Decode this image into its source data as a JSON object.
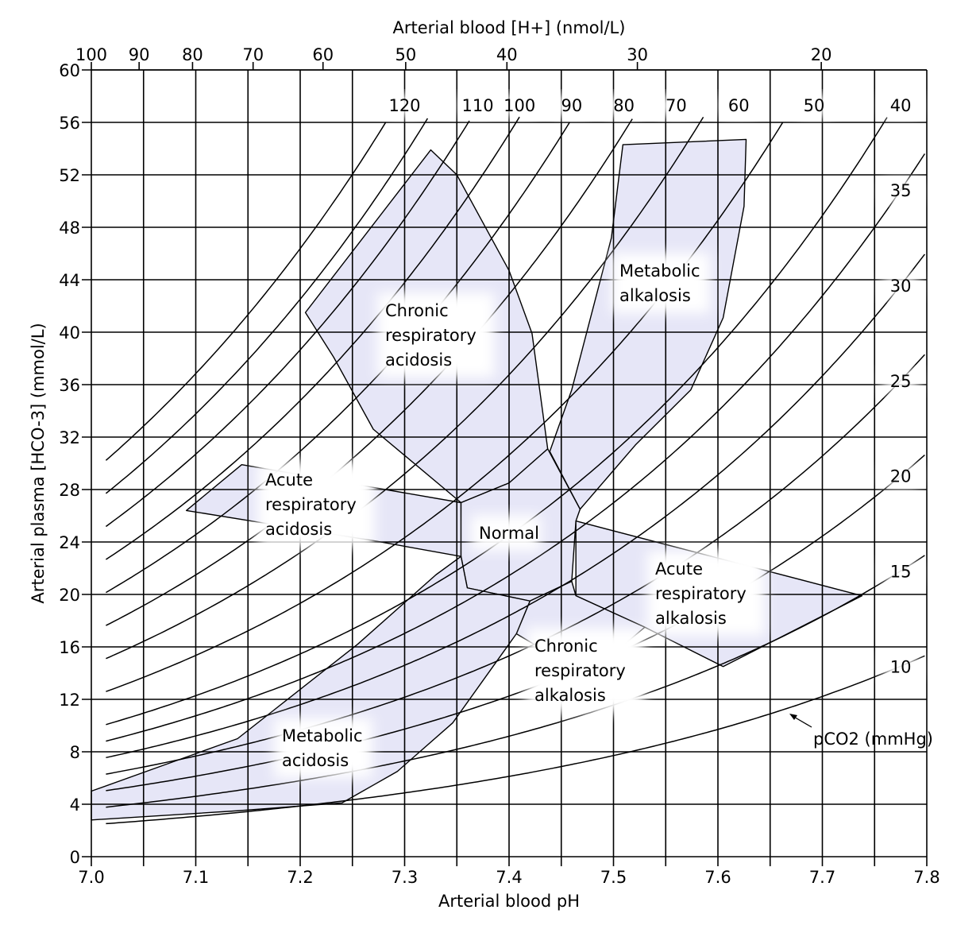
{
  "chart_data": {
    "type": "line",
    "xlabel": "Arterial blood pH",
    "ylabel": "Arterial plasma [HCO-3] (mmol/L)",
    "x2label": "Arterial blood [H+] (nmol/L)",
    "xlim": [
      7.0,
      7.8
    ],
    "ylim": [
      0,
      60
    ],
    "x_ticks": [
      "7.0",
      "7.1",
      "7.2",
      "7.3",
      "7.4",
      "7.5",
      "7.6",
      "7.7",
      "7.8"
    ],
    "y_ticks": [
      "0",
      "4",
      "8",
      "12",
      "16",
      "20",
      "24",
      "28",
      "32",
      "36",
      "40",
      "44",
      "48",
      "52",
      "56",
      "60"
    ],
    "x2_ticks": [
      "100",
      "90",
      "80",
      "70",
      "60",
      "50",
      "40",
      "30",
      "20"
    ],
    "grid": true,
    "series_unit_label": "pCO2 (mmHg)",
    "pco2_isopleths": [
      "120",
      "110",
      "100",
      "90",
      "80",
      "70",
      "60",
      "50",
      "40",
      "35",
      "30",
      "25",
      "20",
      "15",
      "10"
    ],
    "regions": [
      {
        "label": [
          "Chronic",
          "respiratory",
          "acidosis"
        ],
        "points": [
          [
            7.205,
            41.5
          ],
          [
            7.325,
            53.9
          ],
          [
            7.35,
            52
          ],
          [
            7.4,
            44.7
          ],
          [
            7.422,
            39.9
          ],
          [
            7.437,
            31.1
          ],
          [
            7.4,
            28.5
          ],
          [
            7.354,
            27.0
          ],
          [
            7.27,
            32.6
          ],
          [
            7.232,
            38.1
          ]
        ]
      },
      {
        "label": [
          "Metabolic",
          "alkalosis"
        ],
        "points": [
          [
            7.509,
            54.3
          ],
          [
            7.627,
            54.7
          ],
          [
            7.625,
            49.6
          ],
          [
            7.605,
            41.1
          ],
          [
            7.574,
            35.6
          ],
          [
            7.521,
            31.4
          ],
          [
            7.468,
            26.5
          ],
          [
            7.439,
            30.9
          ],
          [
            7.46,
            35.6
          ],
          [
            7.498,
            47.2
          ]
        ]
      },
      {
        "label": [
          "Acute",
          "respiratory",
          "acidosis"
        ],
        "points": [
          [
            7.144,
            29.9
          ],
          [
            7.354,
            27.0
          ],
          [
            7.354,
            22.9
          ],
          [
            7.27,
            24.1
          ],
          [
            7.091,
            26.4
          ]
        ]
      },
      {
        "label": [
          "Normal"
        ],
        "points": [
          [
            7.354,
            27.0
          ],
          [
            7.4,
            28.5
          ],
          [
            7.437,
            31.1
          ],
          [
            7.468,
            26.5
          ],
          [
            7.464,
            25.6
          ],
          [
            7.46,
            21
          ],
          [
            7.42,
            19.5
          ],
          [
            7.36,
            20.5
          ],
          [
            7.354,
            22.9
          ]
        ]
      },
      {
        "label": [
          "Acute",
          "respiratory",
          "alkalosis"
        ],
        "points": [
          [
            7.464,
            25.6
          ],
          [
            7.738,
            19.9
          ],
          [
            7.605,
            14.5
          ],
          [
            7.53,
            17.5
          ],
          [
            7.464,
            19.9
          ]
        ]
      },
      {
        "label": [
          "Chronic",
          "respiratory",
          "alkalosis"
        ],
        "points": [
          [
            7.464,
            19.9
          ],
          [
            7.53,
            17.5
          ],
          [
            7.5,
            15.5
          ],
          [
            7.46,
            14.5
          ],
          [
            7.407,
            17.0
          ],
          [
            7.42,
            19.5
          ],
          [
            7.46,
            21
          ]
        ]
      },
      {
        "label": [
          "Metabolic",
          "acidosis"
        ],
        "points": [
          [
            7.0,
            5.0
          ],
          [
            7.14,
            9.0
          ],
          [
            7.255,
            16.2
          ],
          [
            7.33,
            21.5
          ],
          [
            7.354,
            22.9
          ],
          [
            7.36,
            20.5
          ],
          [
            7.42,
            19.5
          ],
          [
            7.407,
            17.0
          ],
          [
            7.346,
            10.2
          ],
          [
            7.293,
            6.5
          ],
          [
            7.24,
            4.1
          ],
          [
            7.14,
            3.5
          ],
          [
            7.0,
            2.8
          ]
        ]
      }
    ]
  },
  "colors": {
    "region_fill": "#e6e6f7",
    "line": "#000000",
    "grid": "#000000"
  }
}
